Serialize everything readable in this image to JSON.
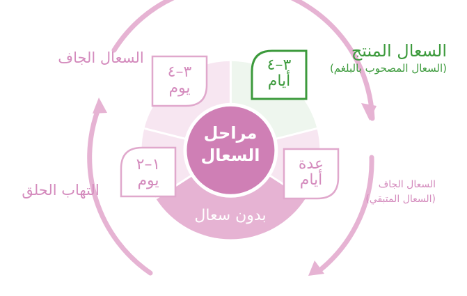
{
  "center": {
    "title_line1": "مراحل",
    "title_line2": "السعال"
  },
  "stages": {
    "sore_throat": {
      "label": "التهاب الحلق",
      "duration_line1": "١–٢",
      "duration_line2": "يوم"
    },
    "dry_cough_early": {
      "label": "السعال الجاف",
      "duration_line1": "٣–٤",
      "duration_line2": "يوم"
    },
    "productive_cough": {
      "label": "السعال المنتج",
      "sublabel": "(السعال المصحوب بالبلغم)",
      "duration_line1": "٣–٤",
      "duration_line2": "أيام"
    },
    "dry_cough_lingering": {
      "label": "السعال الجاف",
      "sublabel": "(السعال المتبقي)",
      "duration_line1": "عدة",
      "duration_line2": "أيام"
    },
    "no_cough": {
      "label": "بدون سعال"
    }
  },
  "colors": {
    "pink": "#d48bbd",
    "pink_light": "#f7e6f1",
    "pink_mid": "#e6b3d3",
    "center": "#cf7fb5",
    "green": "#3c9a3c",
    "green_light": "#eef6ee"
  }
}
